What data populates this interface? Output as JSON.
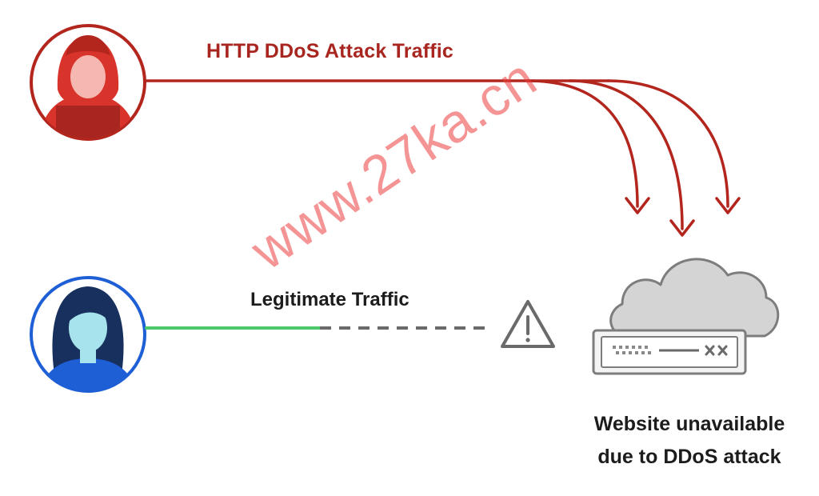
{
  "labels": {
    "attack_traffic": "HTTP DDoS Attack Traffic",
    "legitimate_traffic": "Legitimate Traffic",
    "status_line1": "Website unavailable",
    "status_line2": "due to DDoS attack"
  },
  "watermark": {
    "text": "www.27ka.cn"
  },
  "icons": {
    "attacker": "hooded-attacker-icon",
    "user": "user-avatar-icon",
    "warning": "warning-triangle-icon",
    "cloud": "cloud-icon",
    "server": "server-icon"
  },
  "colors": {
    "attack": "#b3261e",
    "legitimate": "#4cc76a",
    "user_ring": "#1f5fd6",
    "dashed": "#6a6a6a",
    "cloud": "#d2d2d2",
    "text": "#1c1c1c"
  }
}
